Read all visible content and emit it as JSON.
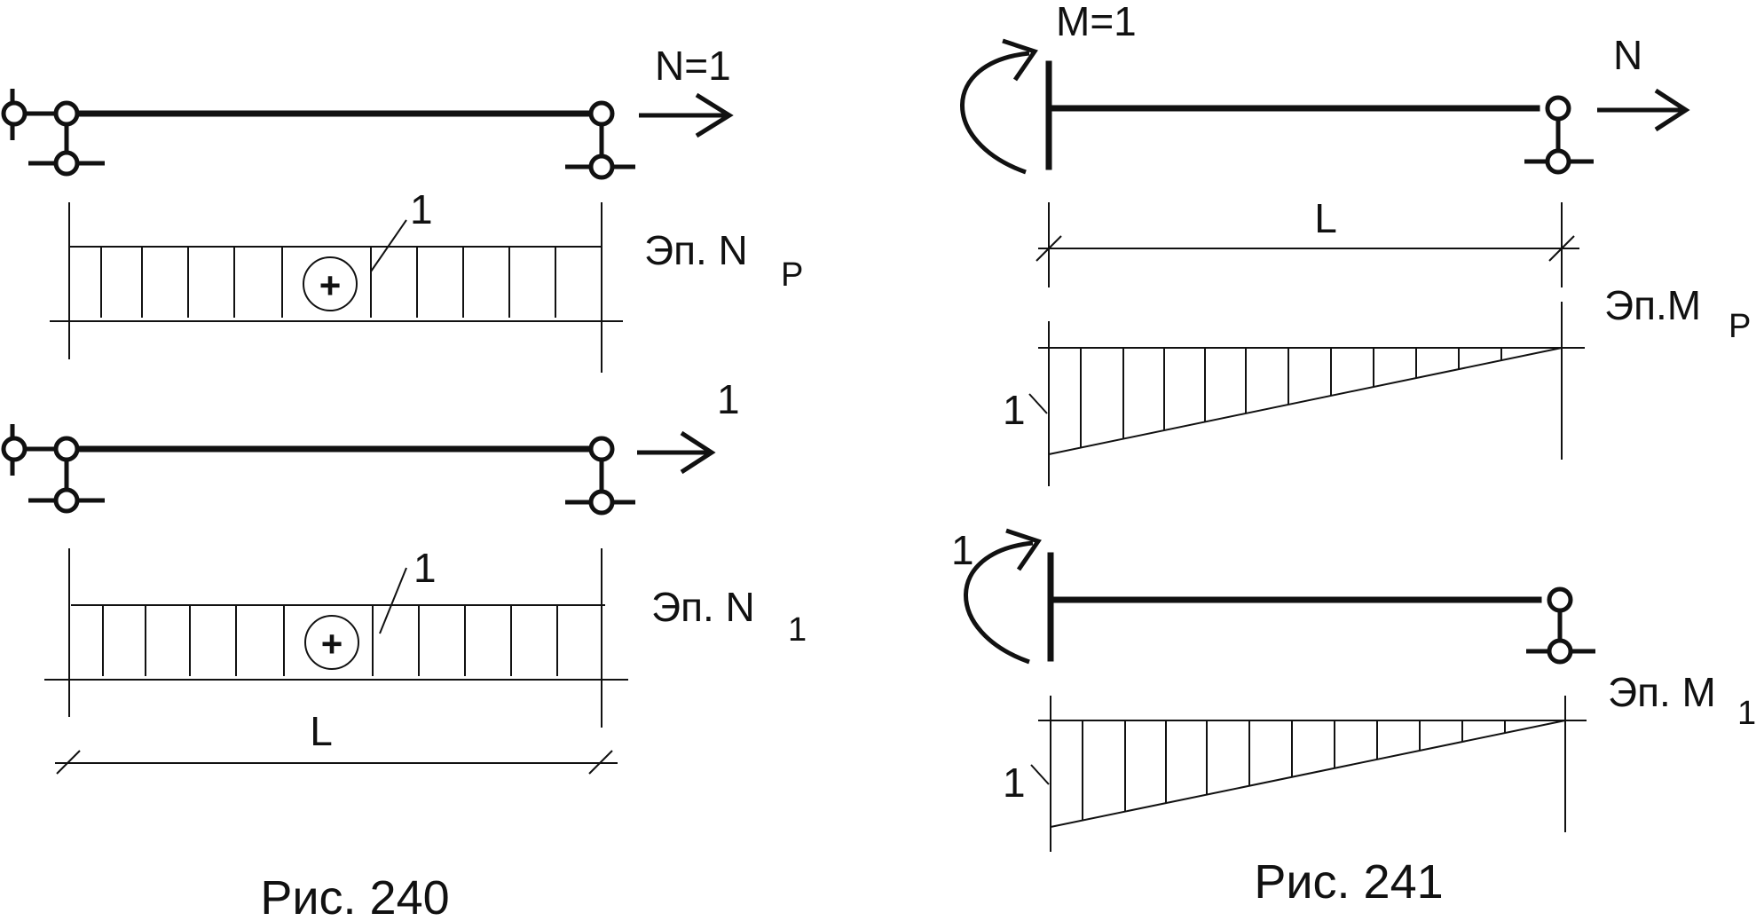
{
  "figure_240": {
    "load_top": "N=1",
    "diagram_np": {
      "label": "Эп. N",
      "sub": "P",
      "value": "1",
      "sign": "+"
    },
    "load_bottom": "1",
    "diagram_n1": {
      "label": "Эп. N",
      "sub": "1",
      "value": "1",
      "sign": "+"
    },
    "length": "L",
    "caption": "Рис. 240"
  },
  "figure_241": {
    "moment_top": "M=1",
    "force_top": "N",
    "length": "L",
    "diagram_mp": {
      "label": "Эп.M",
      "sub": "P",
      "value": "1"
    },
    "moment_bottom": "1",
    "diagram_m1": {
      "label": "Эп. M",
      "sub": "1",
      "value": "1"
    },
    "caption": "Рис. 241"
  }
}
